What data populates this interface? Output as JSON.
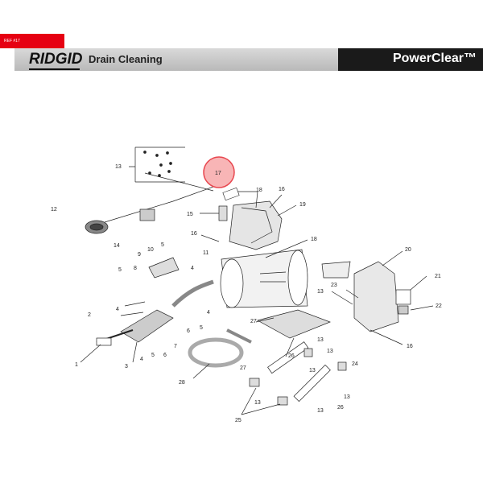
{
  "header": {
    "ref_label": "REF #17",
    "brand": "RIDGID",
    "category": "Drain Cleaning",
    "product": "PowerClear™"
  },
  "highlight": {
    "label": "17",
    "color": "#e8474f"
  },
  "callouts": [
    {
      "id": "c13a",
      "label": "13"
    },
    {
      "id": "c12",
      "label": "12"
    },
    {
      "id": "c14",
      "label": "14"
    },
    {
      "id": "c17",
      "label": "17"
    },
    {
      "id": "c18a",
      "label": "18"
    },
    {
      "id": "c16a",
      "label": "16"
    },
    {
      "id": "c19",
      "label": "19"
    },
    {
      "id": "c15",
      "label": "15"
    },
    {
      "id": "c16b",
      "label": "16"
    },
    {
      "id": "c18b",
      "label": "18"
    },
    {
      "id": "c20",
      "label": "20"
    },
    {
      "id": "c21",
      "label": "21"
    },
    {
      "id": "c22",
      "label": "22"
    },
    {
      "id": "c13b",
      "label": "13"
    },
    {
      "id": "c23",
      "label": "23"
    },
    {
      "id": "c16c",
      "label": "16"
    },
    {
      "id": "c9",
      "label": "9"
    },
    {
      "id": "c10",
      "label": "10"
    },
    {
      "id": "c5a",
      "label": "5"
    },
    {
      "id": "c4a",
      "label": "4"
    },
    {
      "id": "c11",
      "label": "11"
    },
    {
      "id": "c5b",
      "label": "5"
    },
    {
      "id": "c8",
      "label": "8"
    },
    {
      "id": "c4b",
      "label": "4"
    },
    {
      "id": "c2",
      "label": "2"
    },
    {
      "id": "c4c",
      "label": "4"
    },
    {
      "id": "c5c",
      "label": "5"
    },
    {
      "id": "c6a",
      "label": "6"
    },
    {
      "id": "c7",
      "label": "7"
    },
    {
      "id": "c3",
      "label": "3"
    },
    {
      "id": "c4d",
      "label": "4"
    },
    {
      "id": "c5d",
      "label": "5"
    },
    {
      "id": "c6b",
      "label": "6"
    },
    {
      "id": "c1",
      "label": "1"
    },
    {
      "id": "c27a",
      "label": "27"
    },
    {
      "id": "c13c",
      "label": "13"
    },
    {
      "id": "c13d",
      "label": "13"
    },
    {
      "id": "c24",
      "label": "24"
    },
    {
      "id": "c26a",
      "label": "26"
    },
    {
      "id": "c13e",
      "label": "13"
    },
    {
      "id": "c27b",
      "label": "27"
    },
    {
      "id": "c28",
      "label": "28"
    },
    {
      "id": "c13f",
      "label": "13"
    },
    {
      "id": "c13g",
      "label": "13"
    },
    {
      "id": "c26b",
      "label": "26"
    },
    {
      "id": "c13h",
      "label": "13"
    },
    {
      "id": "c25",
      "label": "25"
    }
  ]
}
